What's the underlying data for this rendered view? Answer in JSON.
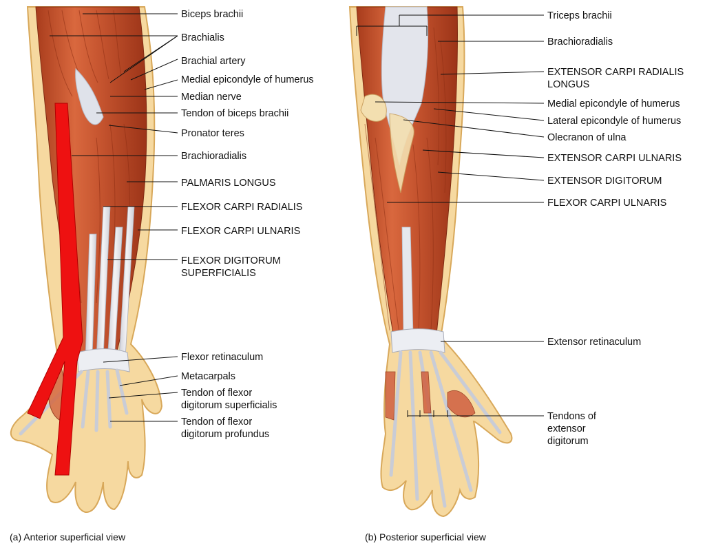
{
  "panels": [
    {
      "caption": "(a) Anterior superficial view",
      "labels": [
        "Biceps brachii",
        "Brachialis",
        "Brachial artery",
        "Medial epicondyle of humerus",
        "Median nerve",
        "Tendon of biceps brachii",
        "Pronator teres",
        "Brachioradialis",
        "PALMARIS LONGUS",
        "FLEXOR CARPI RADIALIS",
        "FLEXOR CARPI ULNARIS",
        "FLEXOR DIGITORUM\nSUPERFICIALIS",
        "Flexor retinaculum",
        "Metacarpals",
        "Tendon of flexor\ndigitorum superficialis",
        "Tendon of flexor\ndigitorum profundus"
      ]
    },
    {
      "caption": "(b) Posterior superficial view",
      "labels": [
        "Triceps brachii",
        "Brachioradialis",
        "EXTENSOR CARPI RADIALIS\nLONGUS",
        "Medial epicondyle of humerus",
        "Lateral epicondyle of humerus",
        "Olecranon of ulna",
        "EXTENSOR CARPI ULNARIS",
        "EXTENSOR DIGITORUM",
        "FLEXOR CARPI ULNARIS",
        "Extensor retinaculum",
        "Tendons of\nextensor\ndigitorum"
      ]
    }
  ],
  "colors": {
    "skin": "#f6d9a0",
    "skin_edge": "#d8a85a",
    "muscle": "#c4532e",
    "muscle_dark": "#9c3418",
    "muscle_light": "#e08a5e",
    "tendon": "#e6e6ea",
    "highlight": "#ee1111"
  }
}
